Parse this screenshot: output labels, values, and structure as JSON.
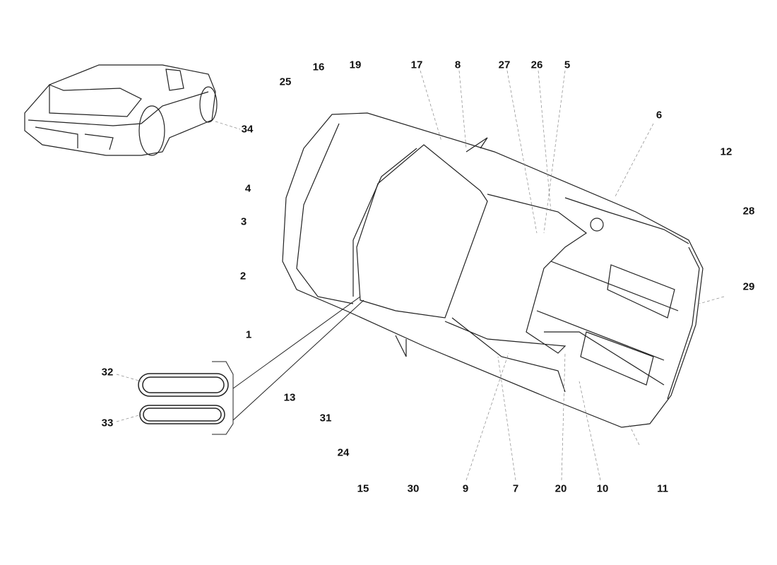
{
  "diagram": {
    "callouts": [
      "16",
      "19",
      "17",
      "8",
      "27",
      "26",
      "5",
      "25",
      "6",
      "12",
      "34",
      "4",
      "3",
      "28",
      "2",
      "29",
      "1",
      "32",
      "13",
      "31",
      "33",
      "24",
      "15",
      "30",
      "9",
      "7",
      "20",
      "10",
      "11"
    ]
  }
}
